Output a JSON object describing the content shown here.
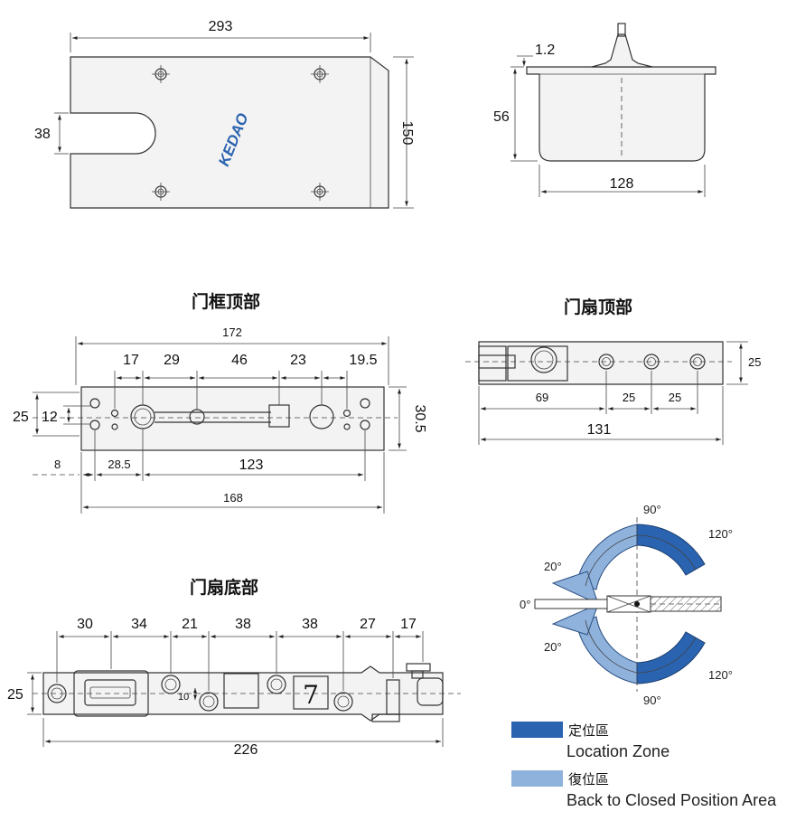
{
  "colors": {
    "location_zone": "#2a63b0",
    "return_zone": "#8fb2dc",
    "line": "#333333"
  },
  "top_plate": {
    "brand": "KEDAO",
    "width": "293",
    "height": "150",
    "slot": "38"
  },
  "side_view": {
    "thickness": "1.2",
    "depth": "56",
    "width": "128"
  },
  "frame_top": {
    "title": "门框顶部",
    "total": "172",
    "d17": "17",
    "d29": "29",
    "d46": "46",
    "d23": "23",
    "d19_5": "19.5",
    "h25": "25",
    "h12": "12",
    "h30_5": "30.5",
    "d8": "8",
    "d28_5": "28.5",
    "d123": "123",
    "d168": "168"
  },
  "door_top": {
    "title": "门扇顶部",
    "h25": "25",
    "d69": "69",
    "d25a": "25",
    "d25b": "25",
    "d131": "131"
  },
  "door_bottom": {
    "title": "门扇底部",
    "d30": "30",
    "d34": "34",
    "d21": "21",
    "d38a": "38",
    "d38b": "38",
    "d27": "27",
    "d17": "17",
    "h25": "25",
    "h10": "10",
    "label7": "7",
    "d226": "226"
  },
  "rotation": {
    "a90_top": "90°",
    "a120_top": "120°",
    "a20_top": "20°",
    "a0": "0°",
    "a20_bottom": "20°",
    "a120_bottom": "120°",
    "a90_bottom": "90°"
  },
  "legend": {
    "location_cn": "定位區",
    "location_en": "Location Zone",
    "return_cn": "復位區",
    "return_en": "Back to Closed Position Area"
  }
}
